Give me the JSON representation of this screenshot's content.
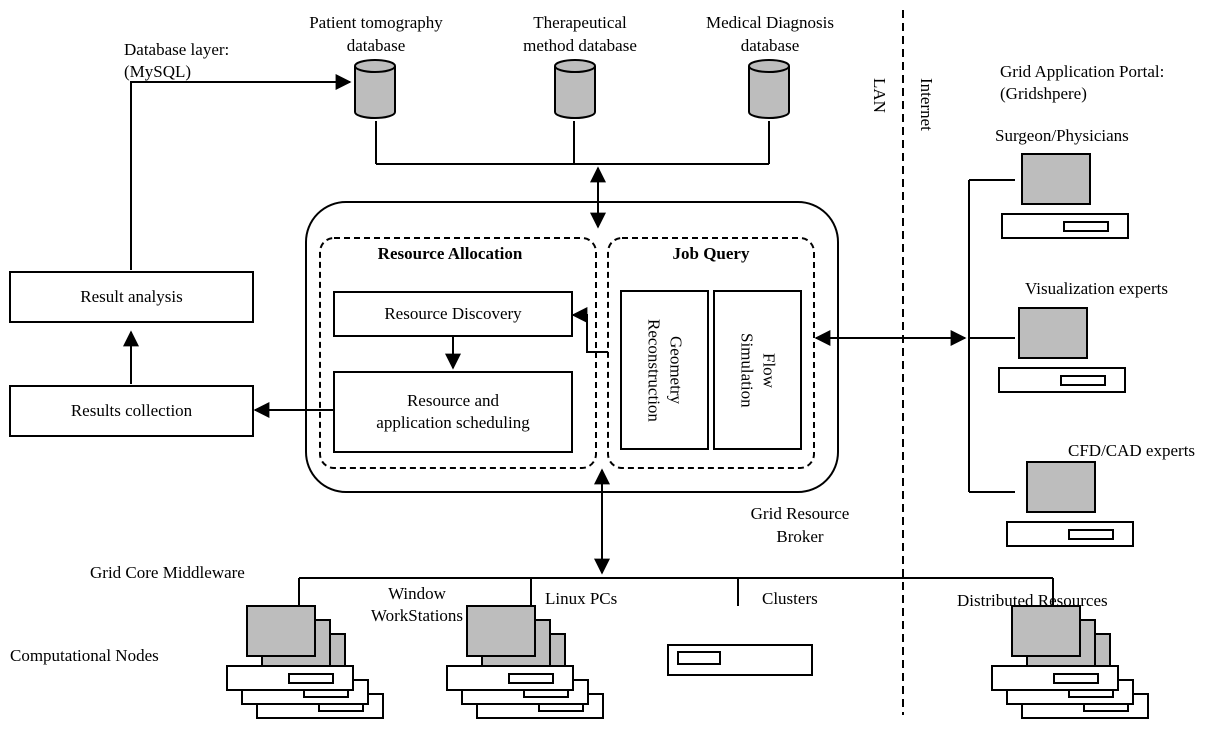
{
  "databases": {
    "layer_label": "Database layer:",
    "layer_tech": "(MySQL)",
    "patient": [
      "Patient tomography",
      "database"
    ],
    "therapeutic": [
      "Therapeutical",
      "method database"
    ],
    "diagnosis": [
      "Medical Diagnosis",
      "database"
    ]
  },
  "broker": {
    "resource_allocation": "Resource Allocation",
    "job_query": "Job Query",
    "resource_discovery": "Resource Discovery",
    "scheduling": [
      "Resource and",
      "application scheduling"
    ],
    "geometry": [
      "Geometry",
      "Reconstruction"
    ],
    "flow": [
      "Flow",
      "Simulation"
    ],
    "name": [
      "Grid Resource",
      "Broker"
    ]
  },
  "results": {
    "analysis": "Result analysis",
    "collection": "Results collection"
  },
  "network": {
    "lan": "LAN",
    "internet": "Internet"
  },
  "portal": {
    "title": "Grid Application Portal:",
    "tech": "(Gridshpere)",
    "surgeon": "Surgeon/Physicians",
    "visualization": "Visualization experts",
    "cfd": "CFD/CAD experts"
  },
  "middleware": {
    "title": "Grid Core Middleware",
    "window": [
      "Window",
      "WorkStations"
    ],
    "linux": "Linux PCs",
    "clusters": "Clusters",
    "distributed": "Distributed Resources",
    "computational_nodes": "Computational Nodes"
  }
}
